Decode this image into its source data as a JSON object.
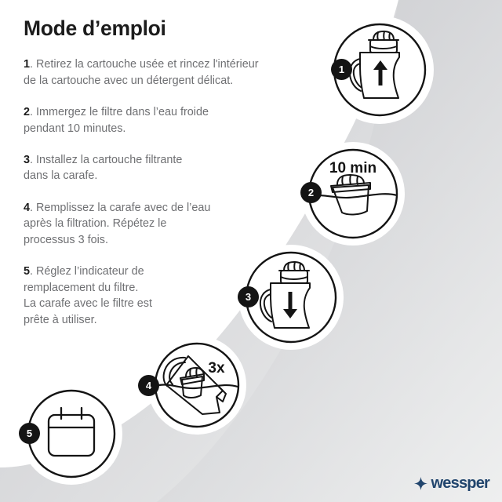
{
  "header": {
    "title": "Mode d’emploi"
  },
  "steps": [
    {
      "number": "1",
      "lines": [
        "Retirez la cartouche usée et rincez l'intérieur",
        "de la cartouche avec un détergent délicat."
      ],
      "badge_label": "1",
      "illustration": "pitcher-cartridge-up-icon",
      "illustration_caption": ""
    },
    {
      "number": "2",
      "lines": [
        "Immergez le filtre dans l’eau froide",
        "pendant 10 minutes."
      ],
      "badge_label": "2",
      "illustration": "cartridge-soaking-in-water-icon",
      "illustration_caption": "10 min"
    },
    {
      "number": "3",
      "lines": [
        "Installez la cartouche filtrante",
        "dans la carafe."
      ],
      "badge_label": "3",
      "illustration": "pitcher-cartridge-down-icon",
      "illustration_caption": ""
    },
    {
      "number": "4",
      "lines": [
        "Remplissez la carafe avec de l’eau",
        "après la filtration. Répétez le",
        "processus 3 fois."
      ],
      "badge_label": "4",
      "illustration": "tilted-pitcher-pouring-icon",
      "illustration_caption": "3x"
    },
    {
      "number": "5",
      "lines": [
        "Réglez l’indicateur de",
        "remplacement du filtre.",
        "La carafe avec le filtre est",
        " prête à utiliser."
      ],
      "badge_label": "5",
      "illustration": "calendar-icon",
      "illustration_caption": ""
    }
  ],
  "brand": {
    "wordmark": "wessper",
    "mark_icon": "four-point-star-icon",
    "color": "#21456d"
  },
  "palette": {
    "ink": "#141414",
    "body_text": "#6f7073",
    "background": "#ffffff",
    "sweep_light": "#ededee",
    "sweep_dark": "#bcbdc0",
    "brand": "#21456d"
  }
}
